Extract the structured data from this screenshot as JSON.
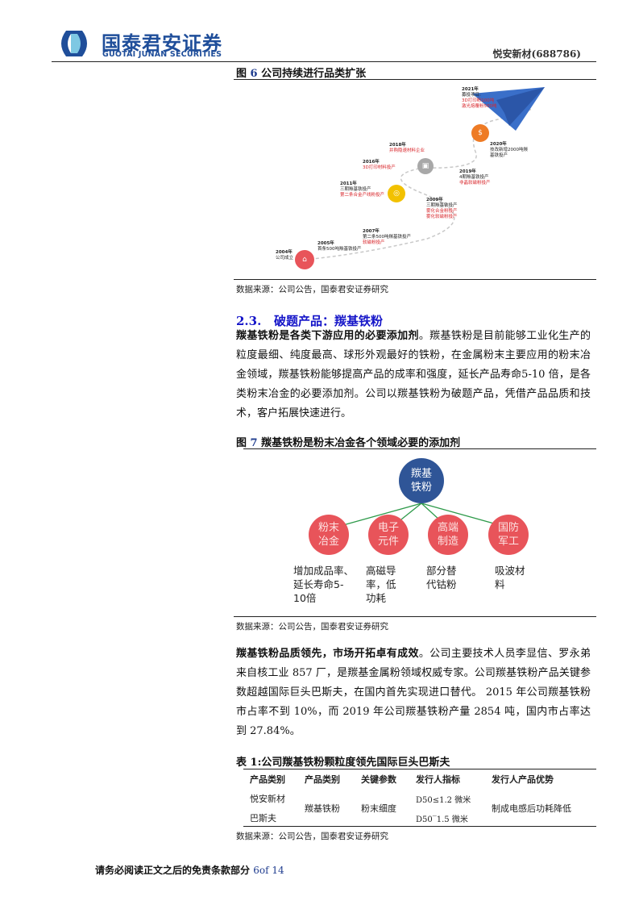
{
  "header": {
    "brand_cn": "国泰君安证券",
    "brand_en": "GUOTAI JUNAN SECURITIES",
    "stock": "悦安新材(688786)",
    "brand_color": "#1f4e9a"
  },
  "figure6": {
    "label": "图",
    "number": "6",
    "title": "公司持续进行品类扩张",
    "timeline": [
      {
        "year": "2004年",
        "lines": [
          "公司成立"
        ],
        "red": []
      },
      {
        "year": "2005年",
        "lines": [
          "首条500吨羰基铁投产"
        ],
        "red": []
      },
      {
        "year": "2007年",
        "lines": [
          "第二条500吨羰基铁投产"
        ],
        "red": [
          "软磁粉投产"
        ]
      },
      {
        "year": "2009年",
        "lines": [
          "三期羰基铁投产"
        ],
        "red": [
          "雾化合金粉投产",
          "雾化软磁粉投产"
        ]
      },
      {
        "year": "2011年",
        "lines": [
          "三期羰基铁投产"
        ],
        "red": [
          "第二条合金产线粉投产"
        ]
      },
      {
        "year": "2016年",
        "lines": [],
        "red": [
          "3D打印材料投产"
        ]
      },
      {
        "year": "2018年",
        "lines": [],
        "red": [
          "并购隐速材料企业"
        ]
      },
      {
        "year": "2019年",
        "lines": [
          "4期羰基铁投产"
        ],
        "red": [
          "非晶软磁粉投产"
        ]
      },
      {
        "year": "2020年",
        "lines": [
          "技改新增2000吨羰",
          "基铁投产"
        ],
        "red": []
      },
      {
        "year": "2021年",
        "lines": [
          "募投项目:"
        ],
        "red": [
          "3D打印粉100吨",
          "激光熔覆粉500吨"
        ]
      }
    ],
    "source": "数据来源：公司公告，国泰君安证券研究"
  },
  "section": {
    "number": "2.3.",
    "title": "破题产品：羰基铁粉",
    "para1_bold": "羰基铁粉是各类下游应用的必要添加剂",
    "para1": "。羰基铁粉是目前能够工业化生产的粒度最细、纯度最高、球形外观最好的铁粉，在金属粉末主要应用的粉末冶金领域，羰基铁粉能够提高产品的成率和强度，延长产品寿命5-10 倍，是各类粉末冶金的必要添加剂。公司以羰基铁粉为破题产品，凭借产品品质和技术，客户拓展快速进行。"
  },
  "figure7": {
    "label": "图",
    "number": "7",
    "title": "羰基铁粉是粉末冶金各个领域必要的添加剂",
    "root": [
      "羰基",
      "铁粉"
    ],
    "leaves": [
      {
        "name": [
          "粉末",
          "冶金"
        ],
        "desc": [
          "增加成品率、",
          "延长寿命5-",
          "10倍"
        ]
      },
      {
        "name": [
          "电子",
          "元件"
        ],
        "desc": [
          "高磁导",
          "率，低",
          "功耗"
        ]
      },
      {
        "name": [
          "高端",
          "制造"
        ],
        "desc": [
          "部分替",
          "代钴粉"
        ]
      },
      {
        "name": [
          "国防",
          "军工"
        ],
        "desc": [
          "吸波材",
          "料"
        ]
      }
    ],
    "source": "数据来源：公司公告，国泰君安证券研究"
  },
  "para2": {
    "bold": "羰基铁粉品质领先，市场开拓卓有成效",
    "text": "。公司主要技术人员李显信、罗永弟来自核工业 857 厂，是羰基金属粉领域权威专家。公司羰基铁粉产品关键参数超越国际巨头巴斯夫，在国内首先实现进口替代。 2015 年公司羰基铁粉市占率不到 10%，而 2019 年公司羰基铁粉产量 2854 吨，国内市占率达到 27.84%。"
  },
  "table1": {
    "title": "表 1:公司羰基铁粉颗粒度领先国际巨头巴斯夫",
    "headers": [
      "产品类别",
      "产品类别",
      "关键参数",
      "发行人指标",
      "发行人产品优势"
    ],
    "rows": [
      {
        "company": "悦安新材",
        "indicator": "D50≤1.2 微米"
      },
      {
        "company": "巴斯夫",
        "indicator": "D50‾1.5 微米"
      }
    ],
    "shared": {
      "product": "羰基铁粉",
      "param": "粉末细度",
      "advantage": "制成电感后功耗降低"
    },
    "source": "数据来源：公司公告，国泰君安证券研究"
  },
  "footer": {
    "disclaimer": "请务必阅读正文之后的免责条款部分",
    "page": "6of 14"
  }
}
